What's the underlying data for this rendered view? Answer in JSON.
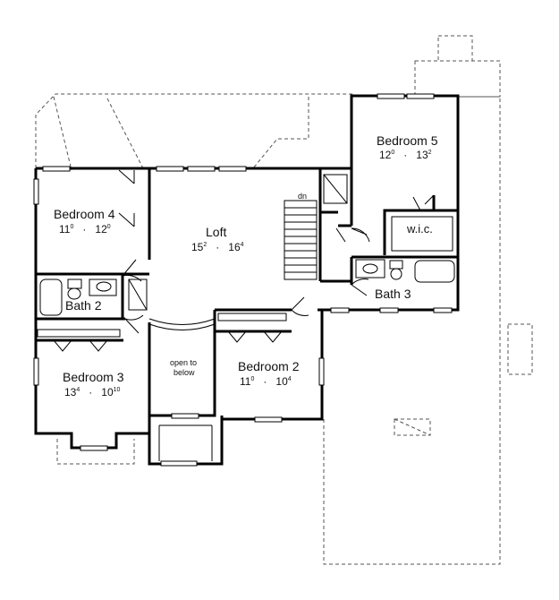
{
  "rooms": {
    "bedroom5": {
      "name": "Bedroom 5",
      "dim_a": "12",
      "dim_a_sup": "0",
      "dim_b": "13",
      "dim_b_sup": "2"
    },
    "bedroom4": {
      "name": "Bedroom 4",
      "dim_a": "11",
      "dim_a_sup": "0",
      "dim_b": "12",
      "dim_b_sup": "0"
    },
    "loft": {
      "name": "Loft",
      "dim_a": "15",
      "dim_a_sup": "2",
      "dim_b": "16",
      "dim_b_sup": "4"
    },
    "bath2": {
      "name": "Bath 2"
    },
    "bath3": {
      "name": "Bath 3"
    },
    "wic": {
      "name": "w.i.c."
    },
    "bedroom3": {
      "name": "Bedroom 3",
      "dim_a": "13",
      "dim_a_sup": "4",
      "dim_b": "10",
      "dim_b_sup": "10"
    },
    "bedroom2": {
      "name": "Bedroom 2",
      "dim_a": "11",
      "dim_a_sup": "0",
      "dim_b": "10",
      "dim_b_sup": "4"
    }
  },
  "labels": {
    "open_line1": "open to",
    "open_line2": "below",
    "stair_dn": "dn",
    "dot": "·"
  }
}
